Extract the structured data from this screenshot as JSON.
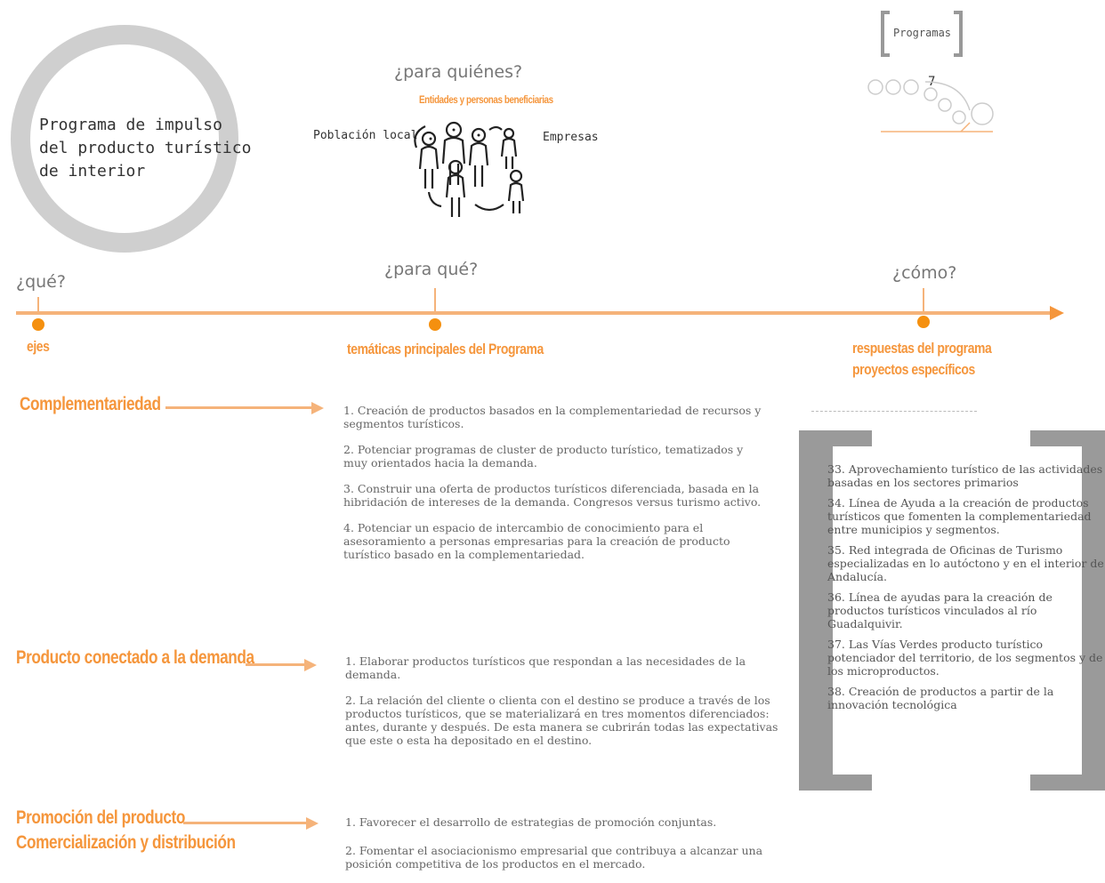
{
  "title": "Programa de impulso del producto turístico de interior",
  "beneficiaries": {
    "question": "¿para quiénes?",
    "subtitle": "Entidades y personas beneficiarias",
    "left_label": "Población local",
    "right_label": "Empresas",
    "icon": "people-network-icon"
  },
  "thumbnail": {
    "label": "Programas",
    "number": "7"
  },
  "timeline": {
    "q_what": "¿qué?",
    "q_forwhat": "¿para qué?",
    "q_how": "¿cómo?",
    "label_ejes": "ejes",
    "label_tematicas": "temáticas principales del Programa",
    "label_respuestas_1": "respuestas del programa",
    "label_respuestas_2": "proyectos específicos"
  },
  "axes": [
    {
      "name": "Complementariedad",
      "items": [
        "1. Creación de productos basados en la complementariedad de recursos y segmentos turísticos.",
        "2. Potenciar programas de cluster de producto turístico, tematizados y muy orientados hacia la demanda.",
        "3. Construir una oferta de productos turísticos diferenciada, basada en la hibridación de intereses de la demanda. Congresos versus turismo activo.",
        "4. Potenciar un espacio de intercambio de conocimiento para el asesoramiento a personas empresarias para la creación de producto turístico basado en la complementariedad."
      ]
    },
    {
      "name": "Producto conectado a la demanda",
      "items": [
        "1. Elaborar productos turísticos que respondan a las necesidades de la demanda.",
        "2. La relación del cliente o clienta con el destino se produce a través de los productos turísticos, que se materializará en tres momentos diferenciados: antes, durante y después. De esta manera se cubrirán todas las expectativas que este o esta ha depositado en el destino."
      ]
    },
    {
      "name": "Promoción del producto",
      "name2": "Comercialización y distribución",
      "items": [
        "1. Favorecer el desarrollo de estrategias de promoción conjuntas.",
        "2. Fomentar el asociacionismo empresarial que contribuya a alcanzar una posición competitiva de los productos en el mercado."
      ]
    }
  ],
  "projects": [
    "33. Aprovechamiento turístico de las actividades basadas en los sectores primarios",
    "34. Línea de Ayuda a la creación de productos turísticos que fomenten la complementariedad entre municipios y segmentos.",
    "35. Red integrada de Oficinas de Turismo especializadas en lo autóctono y en el interior de Andalucía.",
    "36.  Línea de ayudas para la creación de productos turísticos vinculados al río Guadalquivir.",
    "37.  Las Vías Verdes producto turístico potenciador del territorio, de los segmentos y de los microproductos.",
    "38. Creación de productos a partir de la innovación tecnológica"
  ],
  "colors": {
    "accent": "#f5963c",
    "bracket": "#9a9a9a",
    "circle": "#cfcfcf"
  }
}
